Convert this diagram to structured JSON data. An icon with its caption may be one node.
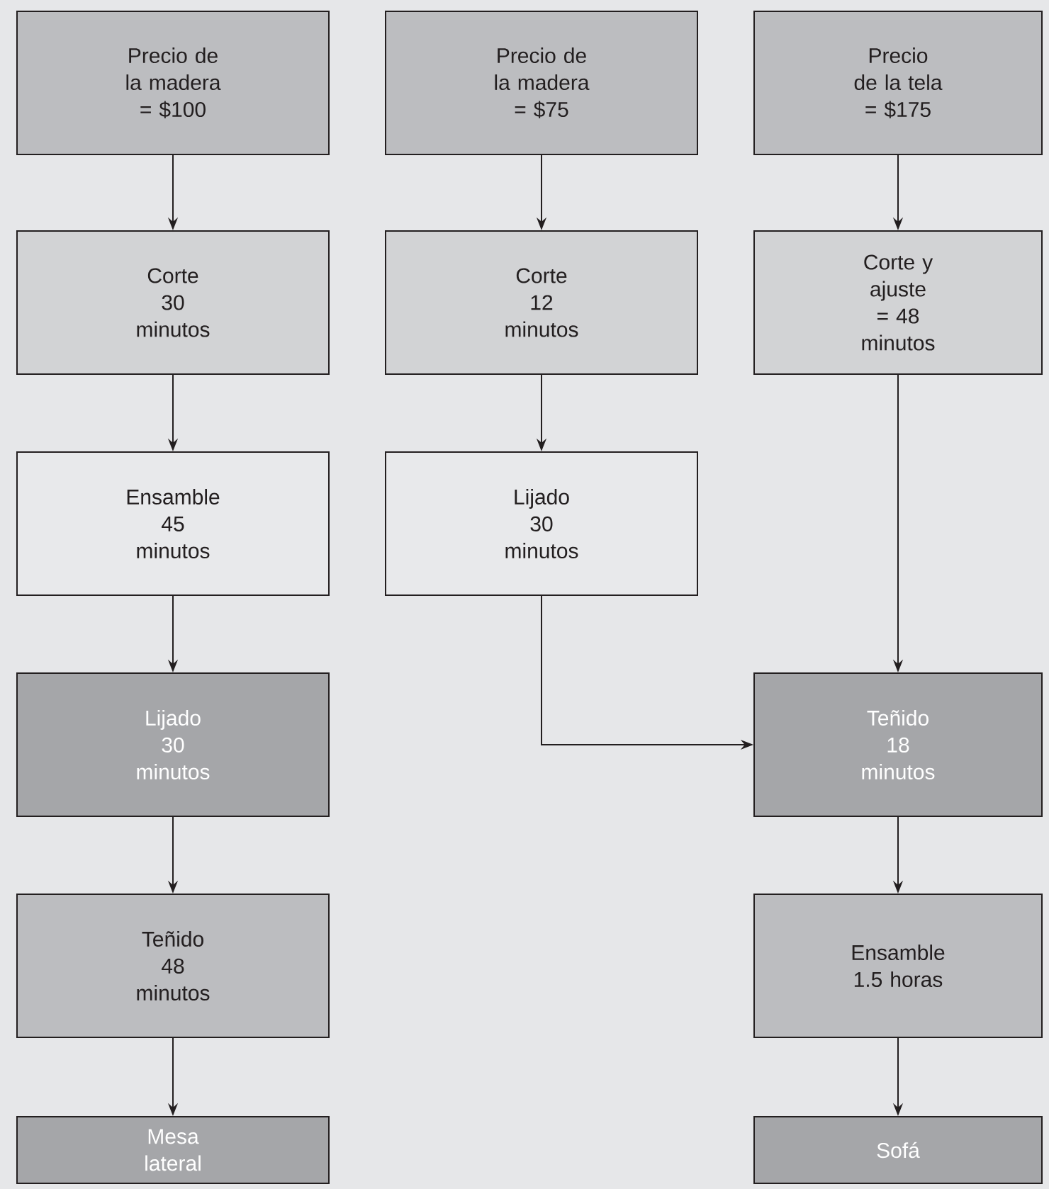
{
  "diagram": {
    "nodes": [
      {
        "text": [
          "Precio de la madera = $100"
        ]
      },
      {
        "text": [
          "Precio de la madera = $75"
        ]
      },
      {
        "text": [
          "Precio de la tela = $175"
        ]
      },
      {
        "text": [
          "Corte",
          "30 minutos"
        ]
      },
      {
        "text": [
          "Corte",
          "12 minutos"
        ]
      },
      {
        "text": [
          "Corte y ajuste = 48 minutos"
        ]
      },
      {
        "text": [
          "Ensamble",
          "45 minutos"
        ]
      },
      {
        "text": [
          "Lijado",
          "30 minutos"
        ]
      },
      {
        "text": [
          "Lijado",
          "30 minutos"
        ]
      },
      {
        "text": [
          "Teñido",
          "18 minutos"
        ]
      },
      {
        "text": [
          "Teñido",
          "48 minutos"
        ]
      },
      {
        "text": [
          "Ensamble",
          "1.5 horas"
        ]
      },
      {
        "text": [
          "Mesa lateral"
        ]
      },
      {
        "text": [
          "Sofá"
        ]
      }
    ],
    "edges": [
      {
        "from": 0,
        "to": 3,
        "arrow": "to"
      },
      {
        "from": 1,
        "to": 4,
        "arrow": "to"
      },
      {
        "from": 2,
        "to": 5,
        "arrow": "to"
      },
      {
        "from": 3,
        "to": 6,
        "arrow": "to"
      },
      {
        "from": 4,
        "to": 7,
        "arrow": "to"
      },
      {
        "from": 5,
        "to": 9,
        "arrow": "to"
      },
      {
        "from": 6,
        "to": 8,
        "arrow": "to"
      },
      {
        "from": 7,
        "to": 9,
        "arrow": "to"
      },
      {
        "from": 8,
        "to": 10,
        "arrow": "to"
      },
      {
        "from": 9,
        "to": 11,
        "arrow": "to"
      },
      {
        "from": 10,
        "to": 12,
        "arrow": "to"
      },
      {
        "from": 11,
        "to": 13,
        "arrow": "to"
      }
    ]
  }
}
